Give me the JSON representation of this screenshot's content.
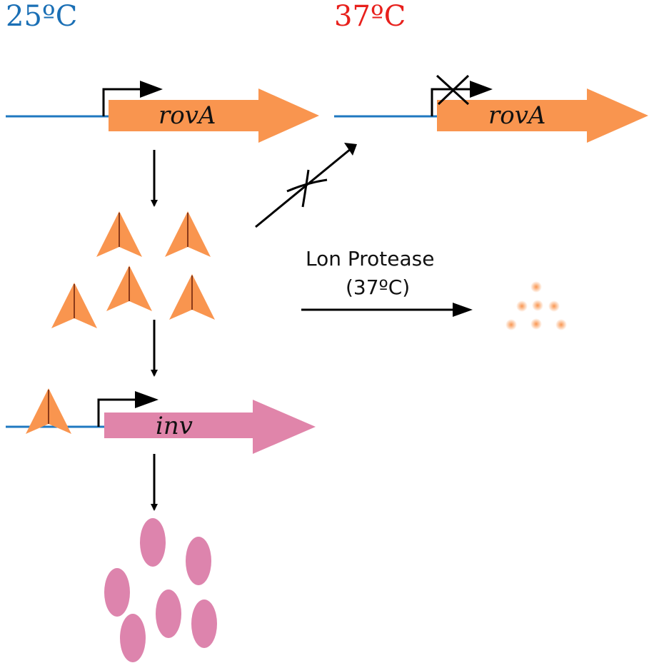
{
  "labels": {
    "temp_low": "25ºC",
    "temp_high": "37ºC",
    "gene_rova_left": "rovA",
    "gene_rova_right": "rovA",
    "gene_inv": "inv",
    "protease_name": "Lon Protease",
    "protease_temp": "(37ºC)"
  },
  "colors": {
    "temp_low": "#1a6fb5",
    "temp_high": "#e8201c",
    "dna_line": "#1f78c0",
    "rova_gene": "#f9954f",
    "inv_gene": "#e085aa",
    "rova_protein": "#f9954f",
    "rova_protein_midrib": "#8a3a1a",
    "invasin_protein": "#dd84ad",
    "arrow": "#000000"
  }
}
